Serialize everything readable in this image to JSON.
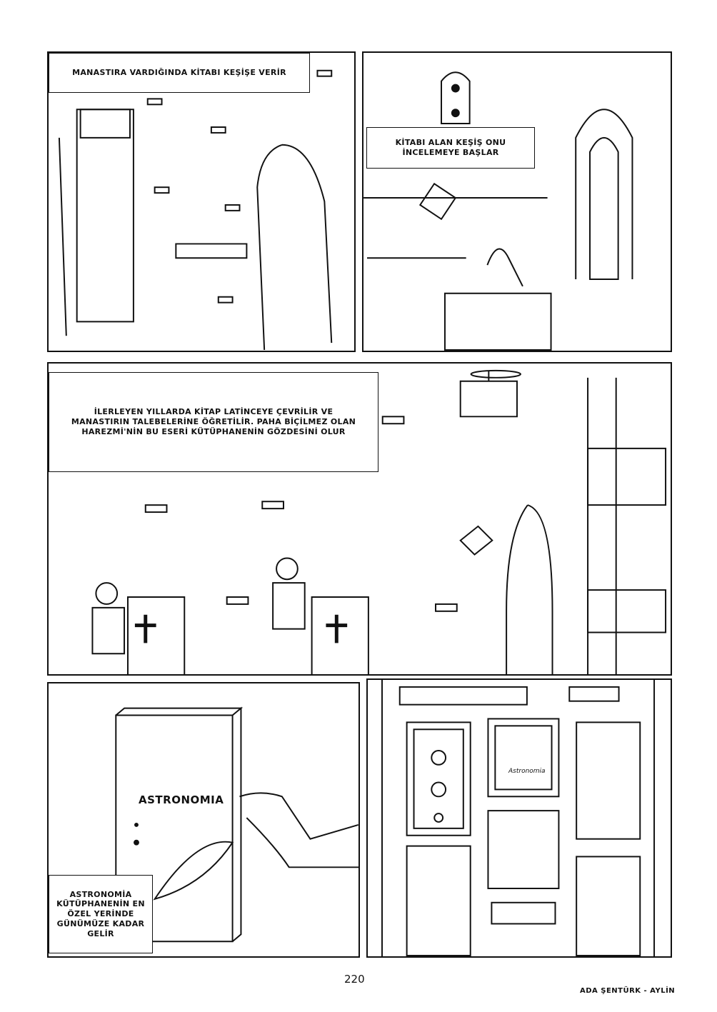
{
  "panels": {
    "p1": {
      "caption": "MANASTIRA VARDIĞINDA KİTABI KEŞİŞE VERİR"
    },
    "p2": {
      "caption": "KİTABI ALAN KEŞİŞ ONU İNCELEMEYE BAŞLAR"
    },
    "p3": {
      "caption": "İLERLEYEN YILLARDA KİTAP LATİNCEYE ÇEVRİLİR VE MANASTIRIN TALEBELERİNE ÖĞRETİLİR. PAHA BİÇİLMEZ OLAN HAREZMİ'NİN BU ESERİ KÜTÜPHANENİN GÖZDESİNİ OLUR"
    },
    "p4": {
      "book_title": "ASTRONOMIA",
      "caption": "ASTRONOMİA KÜTÜPHANENİN EN ÖZEL YERİNDE GÜNÜMÜZE KADAR GELİR"
    },
    "p5": {
      "frame_label": "Astronomia"
    }
  },
  "footer": {
    "page_number": "220",
    "credit": "ADA ŞENTÜRK - AYLİN"
  }
}
